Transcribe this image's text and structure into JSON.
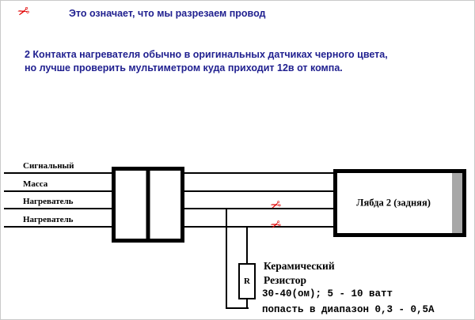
{
  "icons": {
    "scissors": "✂"
  },
  "colors": {
    "note_text": "#1f1f8f",
    "scissors": "#e00000",
    "wire": "#000000",
    "sensor_end_cap": "#a8a8a8"
  },
  "legend": {
    "text": "Это означает, что мы разрезаем провод"
  },
  "note": {
    "line1": "2 Контакта  нагревателя обычно в оригинальных датчиках черного цвета,",
    "line2": "но лучше проверить мультиметром куда приходит 12в от компа."
  },
  "diagram": {
    "wire_labels": [
      "Сигнальный",
      "Масса",
      "Нагреватель",
      "Нагреватель"
    ],
    "sensor_label": "Лябда 2 (задняя)",
    "resistor": {
      "symbol": "R",
      "note_line1": "Керамический",
      "note_line2": "Резистор",
      "note_line3": "30-40(ом); 5 - 10 ватт",
      "note_line4": "попасть в диапазон 0,3 - 0,5А"
    }
  }
}
